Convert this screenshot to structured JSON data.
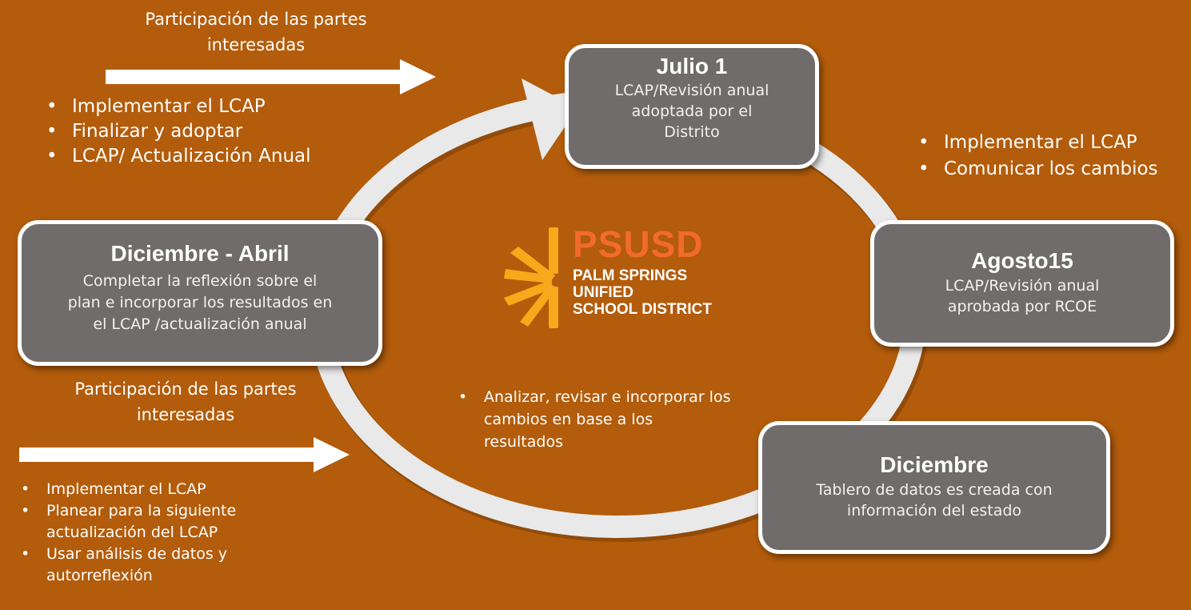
{
  "colors": {
    "background": "#b35c0b",
    "box_fill": "#6f6c6b",
    "box_border": "#ffffff",
    "ring": "#e9e9e9",
    "logo_orange": "#f26b2b",
    "logo_yellow": "#f7a81b"
  },
  "boxes": {
    "julio": {
      "title": "Julio 1",
      "text": [
        "LCAP/Revisión anual",
        "adoptada por el",
        "Distrito"
      ]
    },
    "agosto": {
      "title": "Agosto15",
      "text": [
        "LCAP/Revisión anual",
        "aprobada por RCOE"
      ]
    },
    "diciembre": {
      "title": "Diciembre",
      "text": [
        "Tablero de datos  es creada con",
        "información del estado"
      ]
    },
    "dic_abril": {
      "title": "Diciembre - Abril",
      "text": [
        "Completar la reflexión sobre el",
        "plan e incorporar los resultados en",
        "el LCAP /actualización anual"
      ]
    }
  },
  "top_left": {
    "heading": [
      "Participación de las partes",
      "interesadas"
    ],
    "bullets": [
      "Implementar el LCAP",
      "Finalizar y adoptar",
      "LCAP/ Actualización Anual"
    ]
  },
  "bottom_left": {
    "heading": [
      "Participación de las partes",
      "interesadas"
    ],
    "bullets": [
      "Implementar el LCAP",
      "Planear para la siguiente actualización del LCAP",
      "Usar análisis de datos y autorreflexión"
    ]
  },
  "right": {
    "bullets": [
      "Implementar el LCAP",
      "Comunicar los cambios"
    ]
  },
  "center": {
    "bullets": [
      "Analizar, revisar e incorporar los cambios en base a los resultados"
    ]
  },
  "logo": {
    "name": "PSUSD",
    "line1": "PALM SPRINGS",
    "line2": "UNIFIED",
    "line3": "SCHOOL DISTRICT",
    "icon": "sunburst-logo-icon"
  }
}
